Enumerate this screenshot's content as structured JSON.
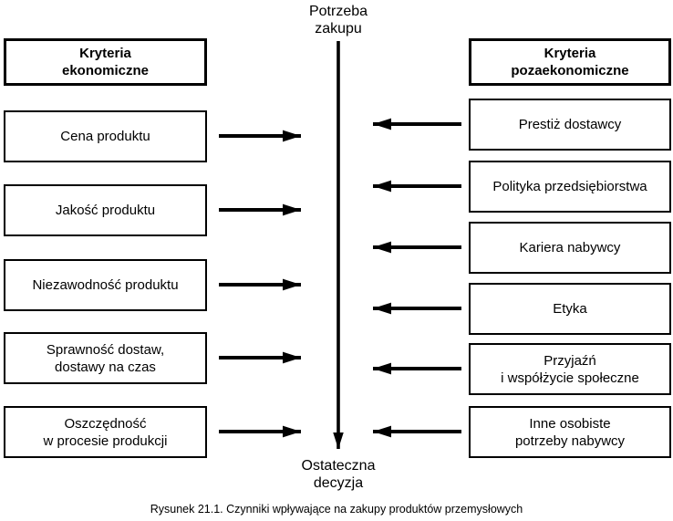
{
  "diagram": {
    "top_label": "Potrzeba\nzakupu",
    "bottom_label": "Ostateczna\ndecyzja",
    "caption": "Rysunek 21.1. Czynniki wpływające na zakupy produktów przemysłowych",
    "colors": {
      "background": "#ffffff",
      "line": "#000000",
      "box_border": "#000000",
      "text": "#000000"
    }
  },
  "left_column": {
    "header": "Kryteria\nekonomiczne",
    "items": [
      "Cena produktu",
      "Jakość produktu",
      "Niezawodność produktu",
      "Sprawność dostaw,\ndostawy na czas",
      "Oszczędność\nw procesie produkcji"
    ]
  },
  "right_column": {
    "header": "Kryteria\npozaekonomiczne",
    "items": [
      "Prestiż dostawcy",
      "Polityka przedsiębiorstwa",
      "Kariera nabywcy",
      "Etyka",
      "Przyjaźń\ni współżycie społeczne",
      "Inne osobiste\npotrzeby nabywcy"
    ]
  }
}
